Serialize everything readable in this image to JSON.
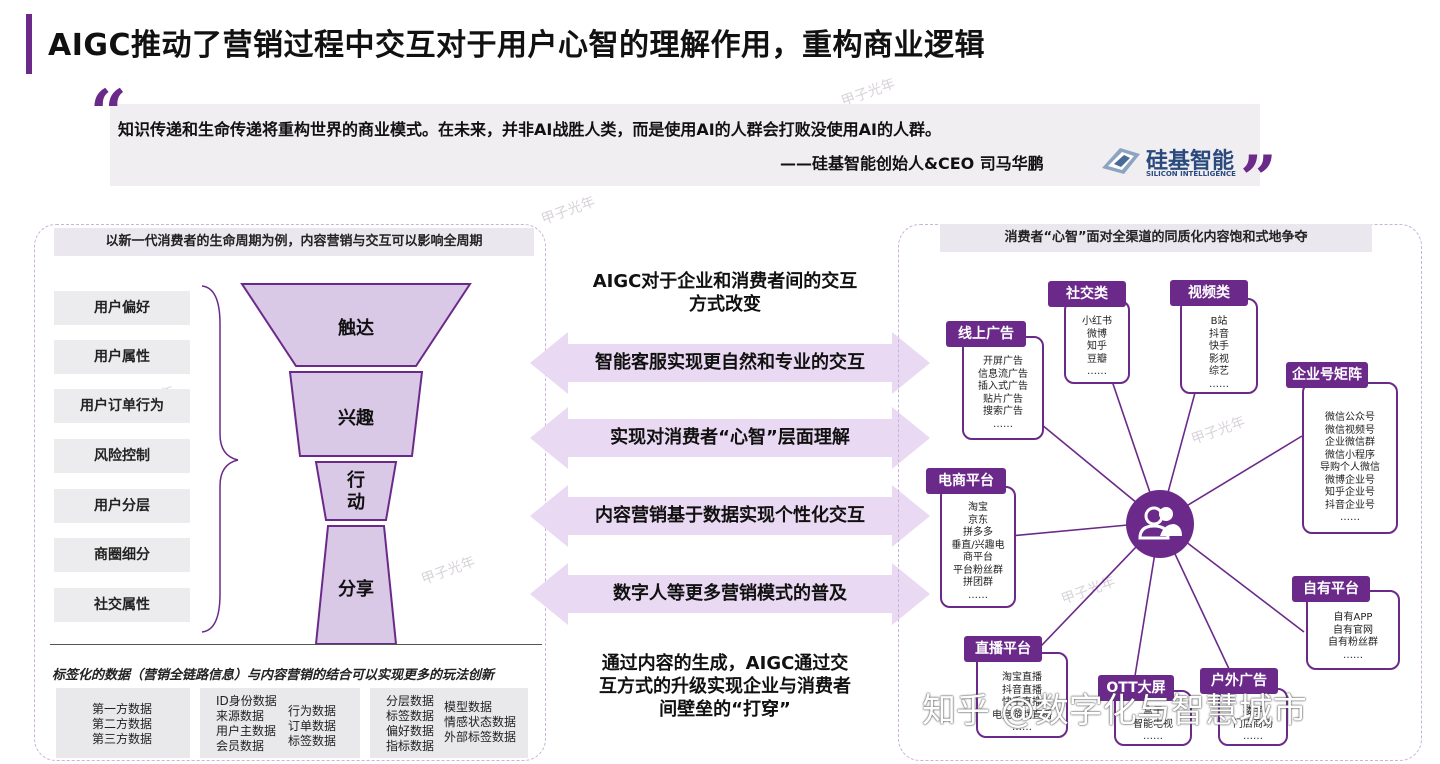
{
  "title": "AIGC推动了营销过程中交互对于用户心智的理解作用，重构商业逻辑",
  "quote": {
    "text": "知识传递和生命传递将重构世界的商业模式。在未来，并非AI战胜人类，而是使用AI的人群会打败没使用AI的人群。",
    "author": "——硅基智能创始人&CEO 司马华鹏",
    "logo_cn": "硅基智能",
    "logo_en": "SILICON INTELLIGENCE"
  },
  "left": {
    "header": "以新一代消费者的生命周期为例，内容营销与交互可以影响全周期",
    "tags": [
      "用户偏好",
      "用户属性",
      "用户订单行为",
      "风险控制",
      "用户分层",
      "商圈细分",
      "社交属性"
    ],
    "funnel": [
      "触达",
      "兴趣",
      "行\n动",
      "分享"
    ],
    "caption": "标签化的数据（营销全链路信息）与内容营销的结合可以实现更多的玩法创新",
    "data_boxes": [
      [
        "第一方数据",
        "第二方数据",
        "第三方数据"
      ],
      [
        "ID身份数据",
        "来源数据",
        "用户主数据",
        "会员数据"
      ],
      [
        "行为数据",
        "订单数据",
        "标签数据"
      ],
      [
        "分层数据",
        "标签数据",
        "偏好数据",
        "指标数据"
      ],
      [
        "模型数据",
        "情感状态数据",
        "外部标签数据"
      ]
    ]
  },
  "middle": {
    "top_title": "AIGC对于企业和消费者间的交互\n方式改变",
    "arrows": [
      "智能客服实现更自然和专业的交互",
      "实现对消费者“心智”层面理解",
      "内容营销基于数据实现个性化交互",
      "数字人等更多营销模式的普及"
    ],
    "bottom_title": "通过内容的生成，AIGC通过交\n互方式的升级实现企业与消费者\n间壁垒的“打穿”"
  },
  "right": {
    "header": "消费者“心智”面对全渠道的同质化内容饱和式地争夺",
    "nodes": [
      {
        "label": "社交类",
        "items": [
          "小红书",
          "微博",
          "知乎",
          "豆瓣",
          "……"
        ]
      },
      {
        "label": "视频类",
        "items": [
          "B站",
          "抖音",
          "快手",
          "影视",
          "综艺",
          "……"
        ]
      },
      {
        "label": "线上广告",
        "items": [
          "开屏广告",
          "信息流广告",
          "插入式广告",
          "贴片广告",
          "搜索广告",
          "……"
        ]
      },
      {
        "label": "企业号矩阵",
        "items": [
          "微信公众号",
          "微信视频号",
          "企业微信群",
          "微信小程序",
          "导购个人微信",
          "微博企业号",
          "知乎企业号",
          "抖音企业号",
          "……"
        ]
      },
      {
        "label": "电商平台",
        "items": [
          "淘宝",
          "京东",
          "拼多多",
          "垂直/兴趣电",
          "商平台",
          "平台粉丝群",
          "拼团群",
          "……"
        ]
      },
      {
        "label": "自有平台",
        "items": [
          "自有APP",
          "自有官网",
          "自有粉丝群",
          "……"
        ]
      },
      {
        "label": "直播平台",
        "items": [
          "淘宝直播",
          "抖音直播",
          "快手直播",
          "电竞游戏直播",
          "……"
        ]
      },
      {
        "label": "OTT大屏",
        "items": [
          "盒子",
          "智能电视",
          "……"
        ]
      },
      {
        "label": "户外广告",
        "items": [
          "楼宇",
          "门店商场",
          "……"
        ]
      }
    ]
  },
  "footer_watermark": "知乎 @数字化与智慧城市",
  "brand_watermark": "甲子光年",
  "colors": {
    "accent": "#6b2a8a",
    "funnel": "#d9c8e6",
    "arrow": "#ead9f2"
  }
}
